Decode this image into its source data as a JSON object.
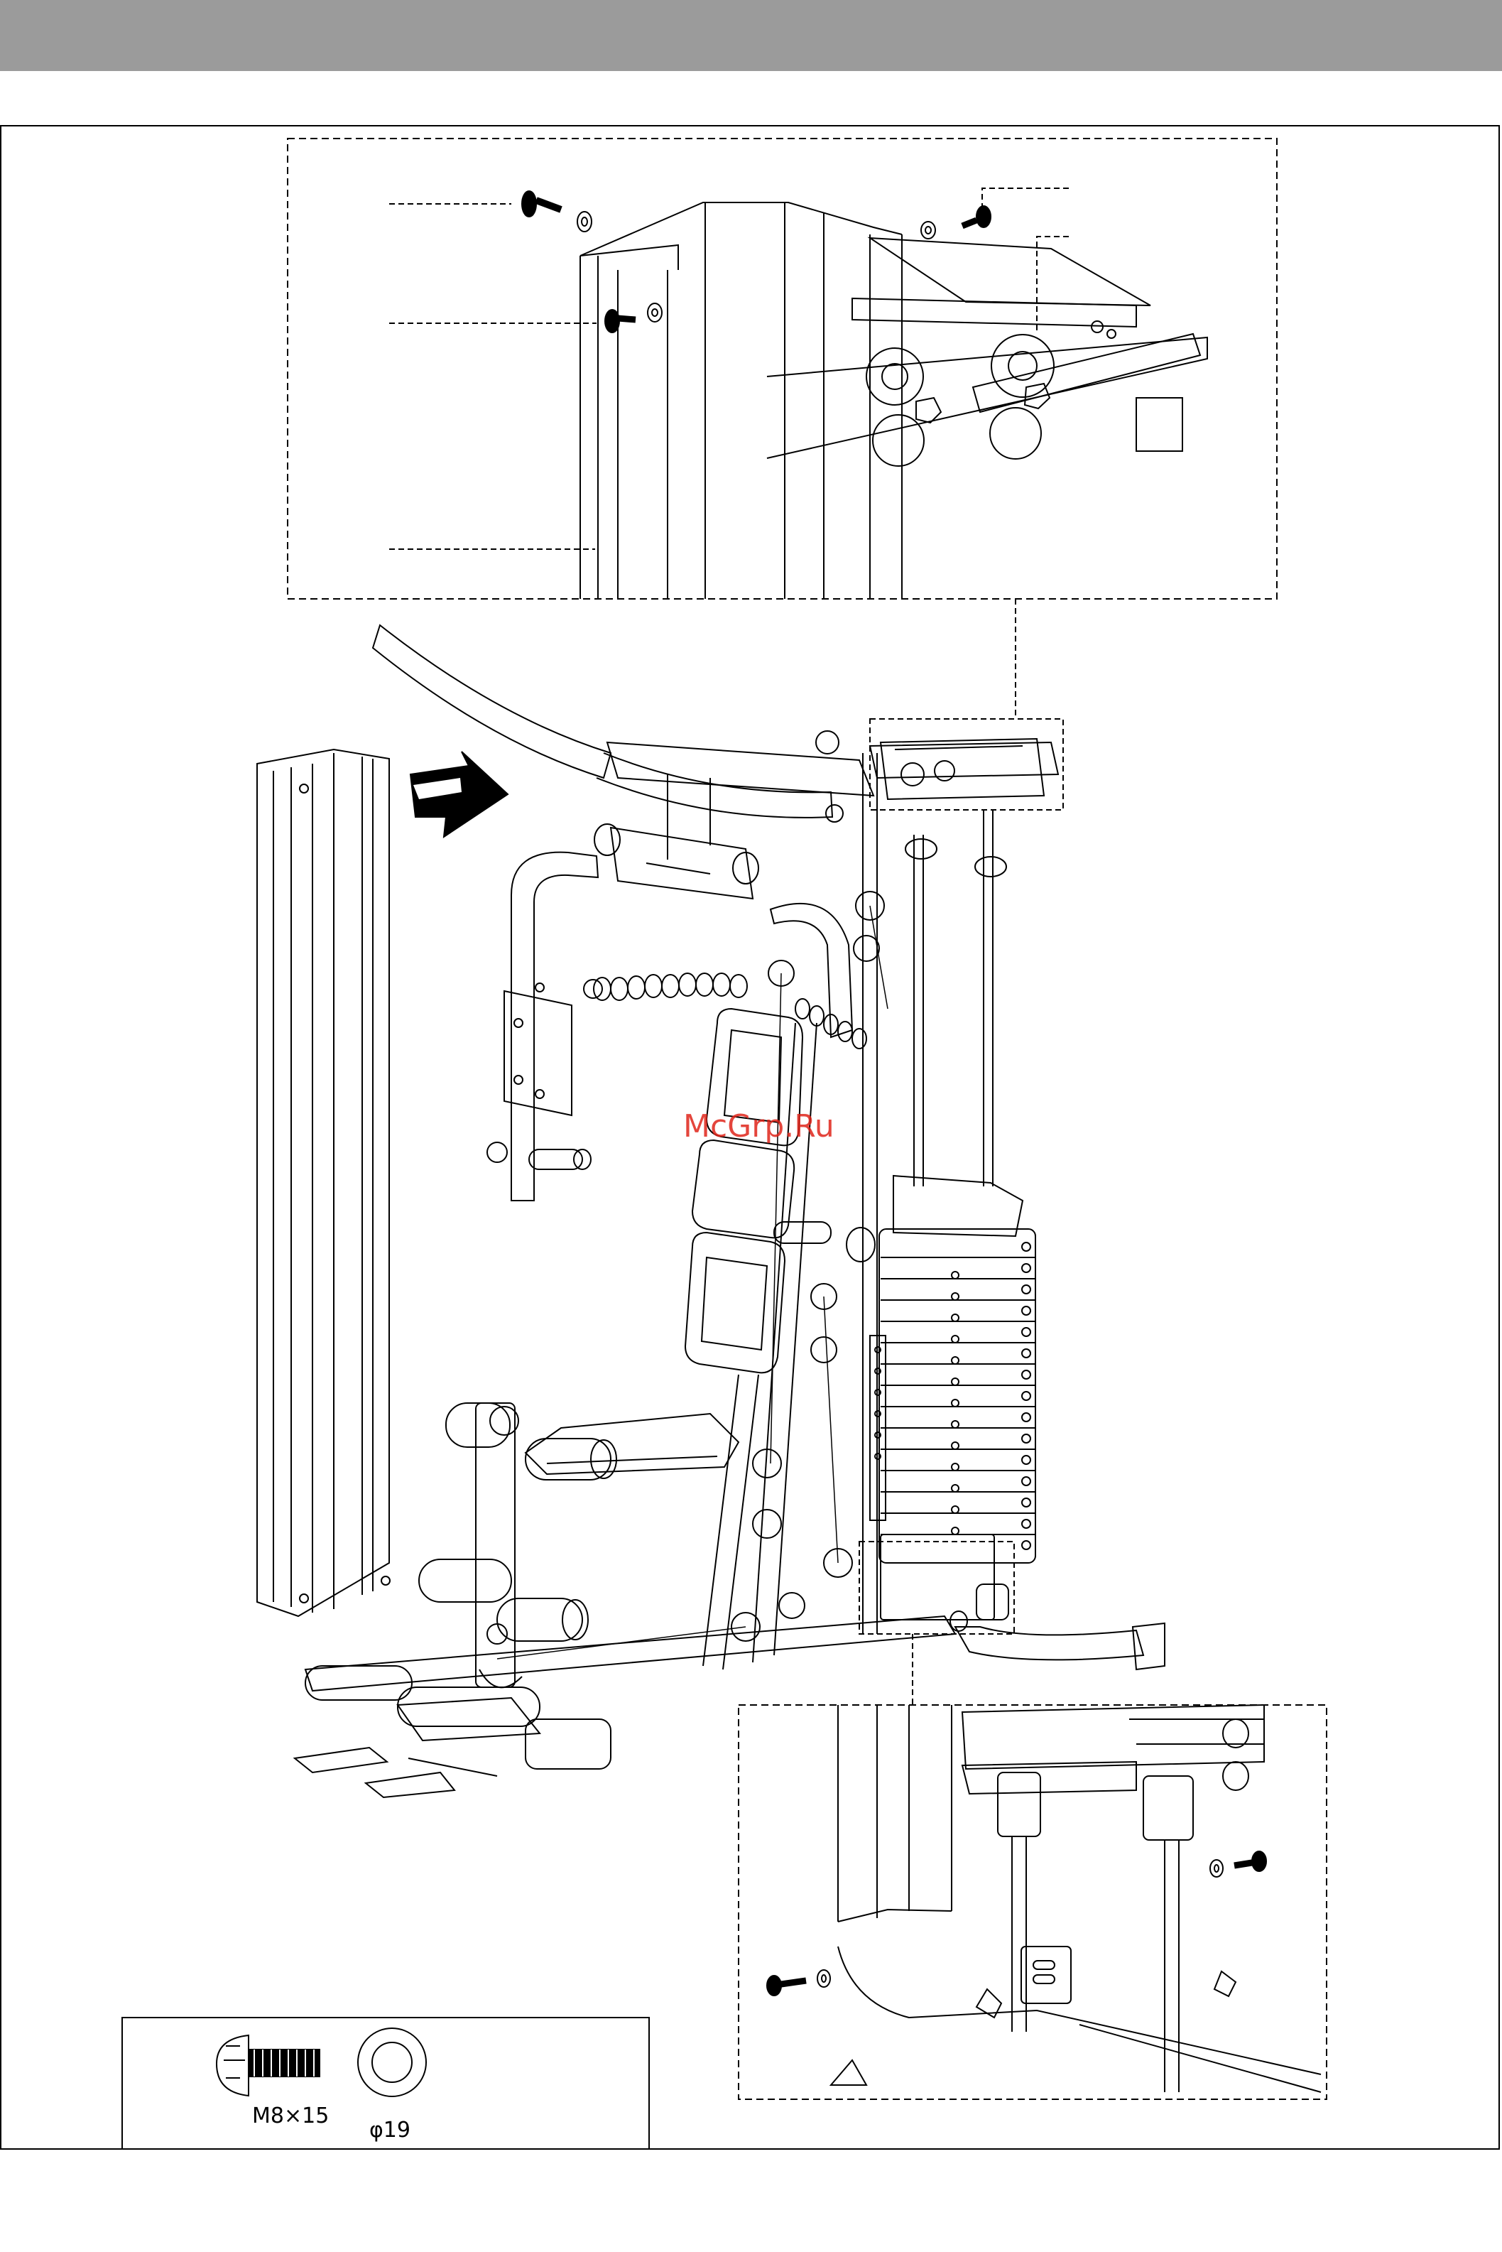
{
  "header": {
    "bar_color": "#9b9b9b"
  },
  "watermark": {
    "text": "McGrp.Ru",
    "color": "#e0251b"
  },
  "hardware_legend": {
    "bolt_label": "M8×15",
    "washer_label": "φ19"
  }
}
